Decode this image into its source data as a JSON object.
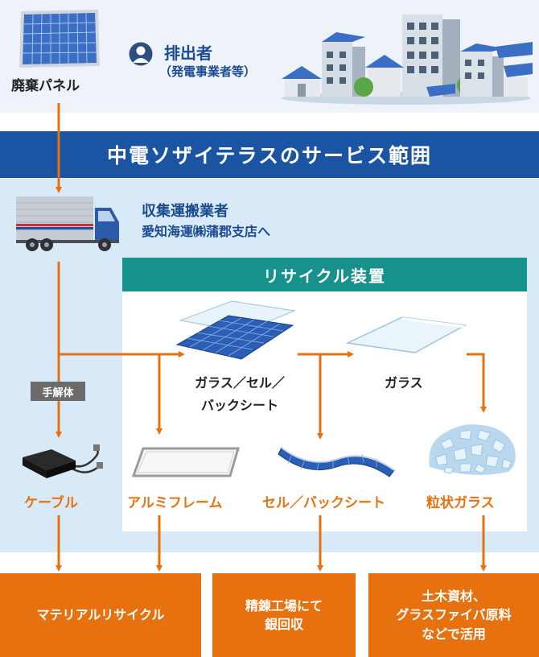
{
  "colors": {
    "accent": "#e8710f",
    "navy": "#1a54a3",
    "teal": "#17918b",
    "band": "#d8eaf7"
  },
  "top": {
    "waste_panel_label": "廃棄パネル",
    "emitter_label": "排出者",
    "emitter_sub": "（発電事業者等）"
  },
  "service_scope_title": "中電ソザイテラスのサービス範囲",
  "collector": {
    "title": "収集運搬業者",
    "subtitle": "愛知海運㈱蒲郡支店へ"
  },
  "recycling_device_title": "リサイクル装置",
  "manual_disassembly_label": "手解体",
  "stage_labels": {
    "glass_cell_backsheet_line1": "ガラス／セル／",
    "glass_cell_backsheet_line2": "バックシート",
    "glass": "ガラス"
  },
  "products": {
    "cable": "ケーブル",
    "aluminum_frame": "アルミフレーム",
    "cell_backsheet": "セル／バックシート",
    "granular_glass": "粒状ガラス"
  },
  "outputs": {
    "material_recycle": "マテリアルリサイクル",
    "smelting_line1": "精錬工場にて",
    "smelting_line2": "銀回収",
    "civil_line1": "土木資材、",
    "civil_line2": "グラスファイバ原料",
    "civil_line3": "などで活用"
  },
  "icons": [
    "solar-panel-icon",
    "person-icon",
    "buildings-icon",
    "truck-icon",
    "junction-box-icon",
    "aluminum-frame-icon",
    "flexible-cell-icon",
    "glass-sheet-icon",
    "glass-cullet-icon"
  ]
}
